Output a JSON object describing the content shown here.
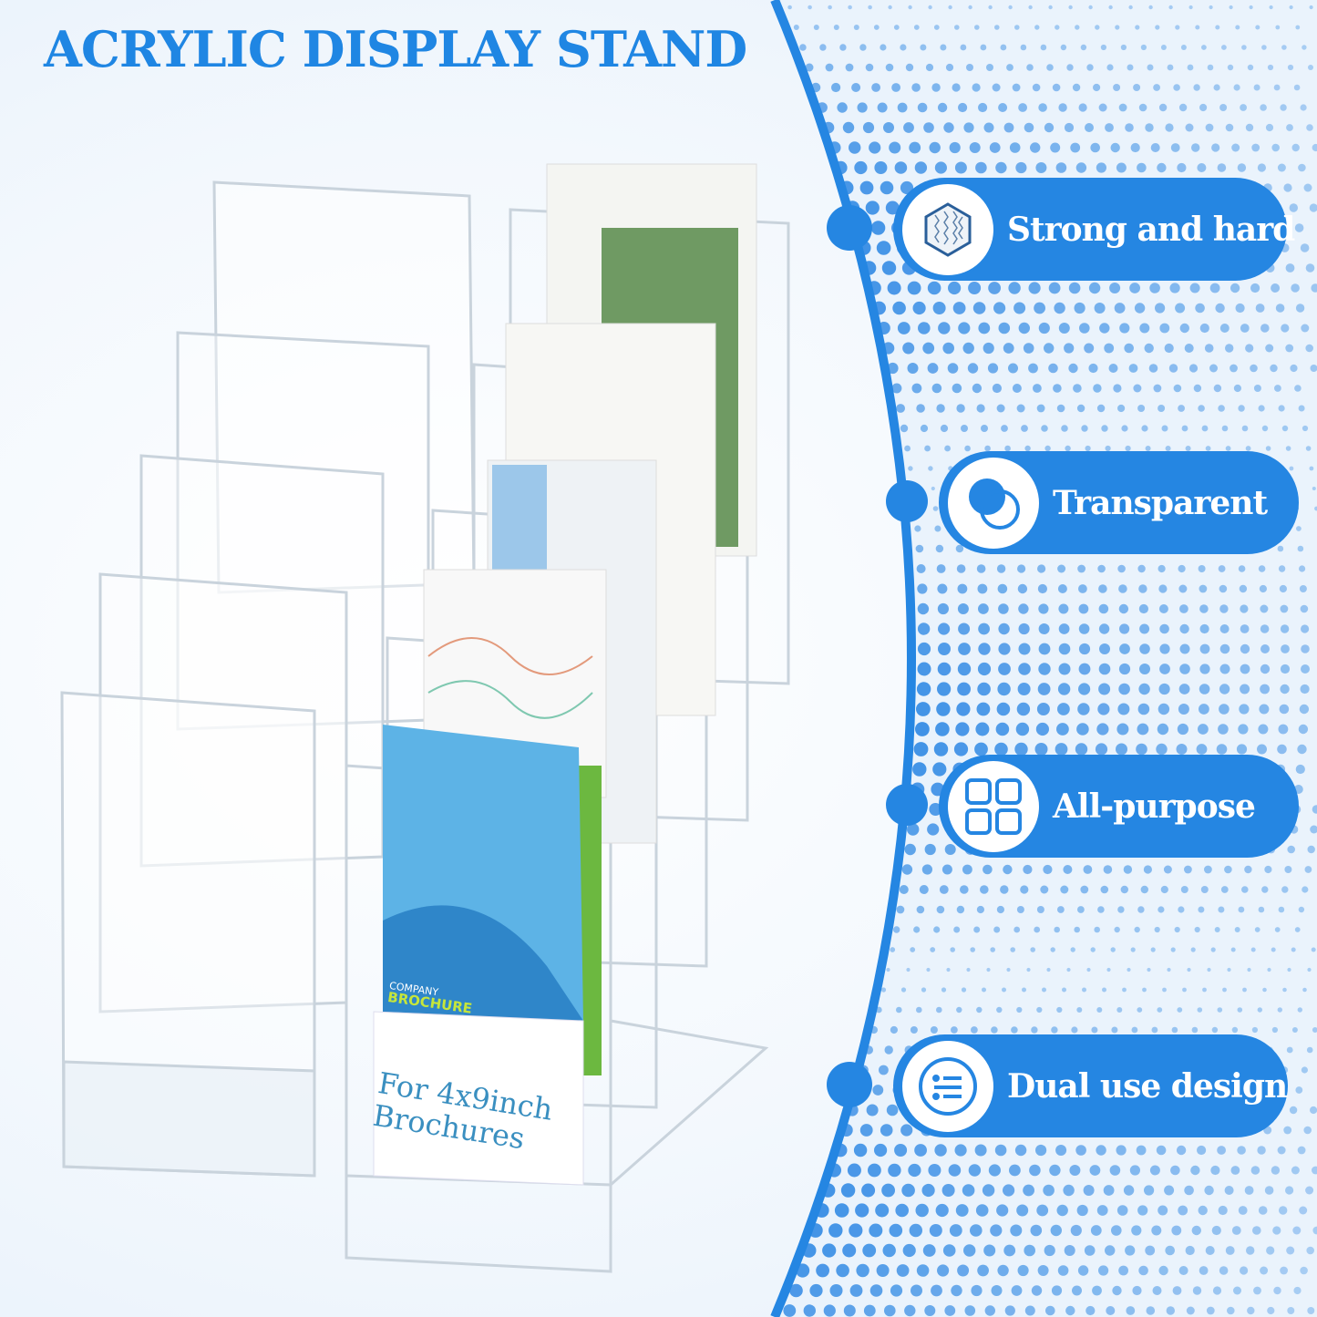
{
  "title": "ACRYLIC DISPLAY STAND",
  "features": [
    {
      "label": "Strong and hard",
      "icon": "hexagon-texture-icon"
    },
    {
      "label": "Transparent",
      "icon": "overlapping-circles-icon"
    },
    {
      "label": "All-purpose",
      "icon": "grid-squares-icon"
    },
    {
      "label": "Dual use design",
      "icon": "list-icon"
    }
  ],
  "brochure": {
    "company_line1": "COMPANY",
    "company_line2": "BROCHURE",
    "caption_line1": "For 4x9inch",
    "caption_line2": "Brochures"
  },
  "colors": {
    "accent": "#2586e2",
    "title": "#1f86e3",
    "background": "#eaf3fc"
  }
}
